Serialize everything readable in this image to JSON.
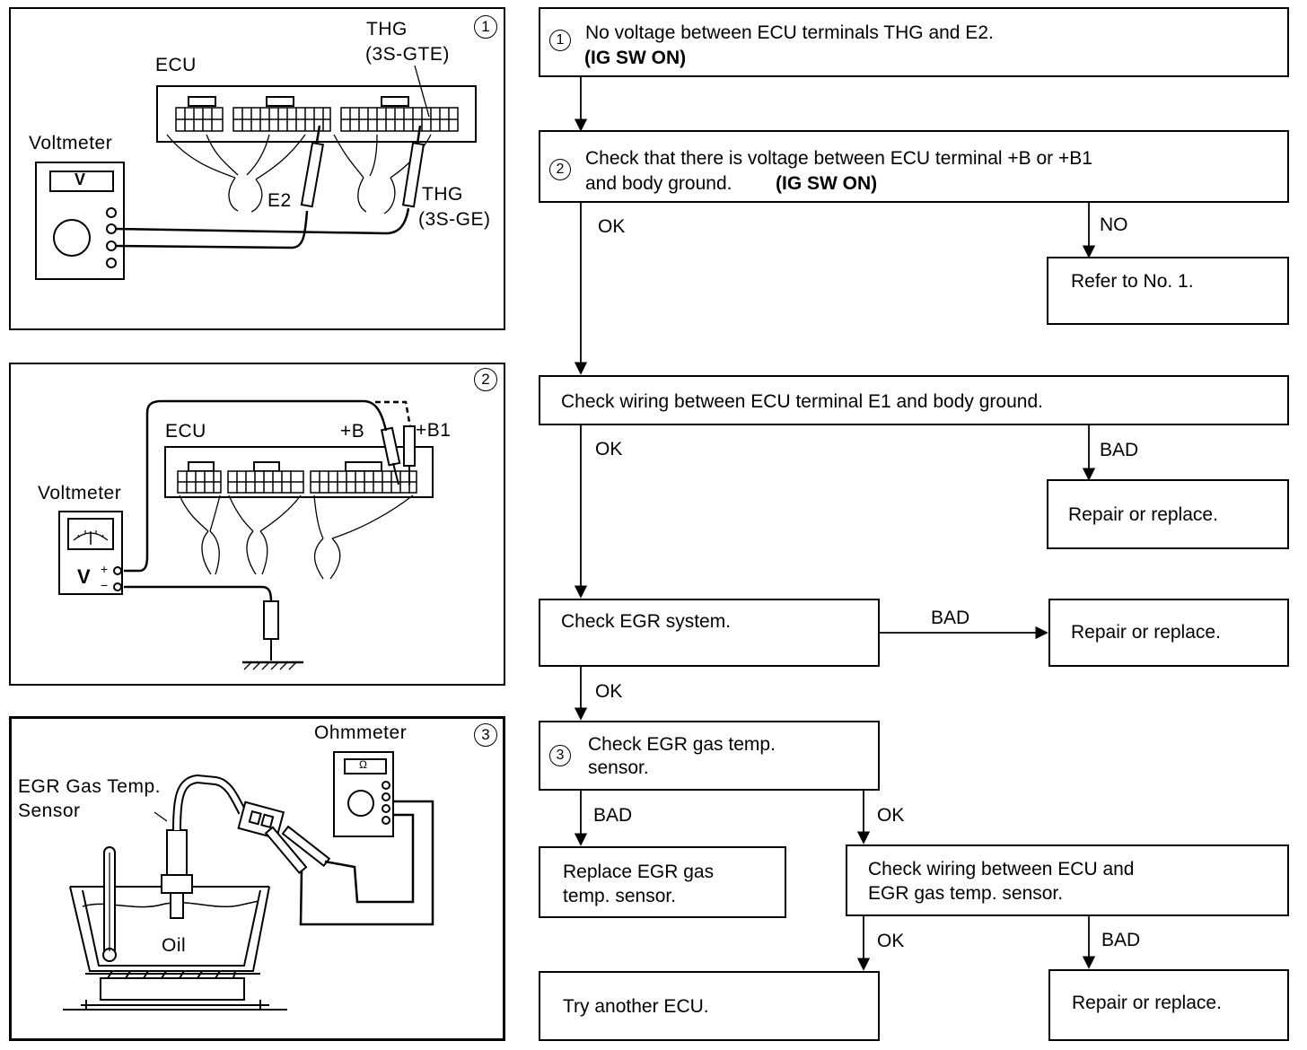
{
  "panel1": {
    "number": "1",
    "ecu": "ECU",
    "voltmeter": "Voltmeter",
    "meter_face": "V",
    "thg_top": "THG",
    "thg_top_variant": "(3S-GTE)",
    "e2": "E2",
    "thg_bottom": "THG",
    "thg_bottom_variant": "(3S-GE)"
  },
  "panel2": {
    "number": "2",
    "ecu": "ECU",
    "plus_b": "+B",
    "plus_b1": "+B1",
    "voltmeter": "Voltmeter",
    "meter_v": "V",
    "plus": "+",
    "minus": "−"
  },
  "panel3": {
    "number": "3",
    "ohmmeter": "Ohmmeter",
    "meter_face": "Ω",
    "sensor_line1": "EGR Gas Temp.",
    "sensor_line2": "Sensor",
    "oil": "Oil"
  },
  "flow": {
    "step1": {
      "num": "1",
      "line1": "No voltage between ECU terminals THG and E2.",
      "line2": "(IG SW ON)"
    },
    "step2": {
      "num": "2",
      "line1": "Check that there is voltage between ECU terminal +B or +B1",
      "line2a": "and body ground.",
      "line2b": "(IG SW ON)"
    },
    "step2_ok": "OK",
    "step2_no": "NO",
    "refer": "Refer to No. 1.",
    "wiring_e1": "Check wiring between ECU terminal E1 and body ground.",
    "wiring_ok": "OK",
    "wiring_bad": "BAD",
    "repair1": "Repair or replace.",
    "egr_system": "Check EGR system.",
    "egr_bad": "BAD",
    "repair2": "Repair or replace.",
    "egr_ok": "OK",
    "step3": {
      "num": "3",
      "line1": "Check EGR gas temp.",
      "line2": "sensor."
    },
    "step3_bad": "BAD",
    "step3_ok": "OK",
    "replace_sensor_line1": "Replace EGR gas",
    "replace_sensor_line2": "temp. sensor.",
    "wiring_sensor_line1": "Check wiring between ECU and",
    "wiring_sensor_line2": "EGR gas temp. sensor.",
    "final_ok": "OK",
    "final_bad": "BAD",
    "try_ecu": "Try another ECU.",
    "repair3": "Repair or replace."
  }
}
